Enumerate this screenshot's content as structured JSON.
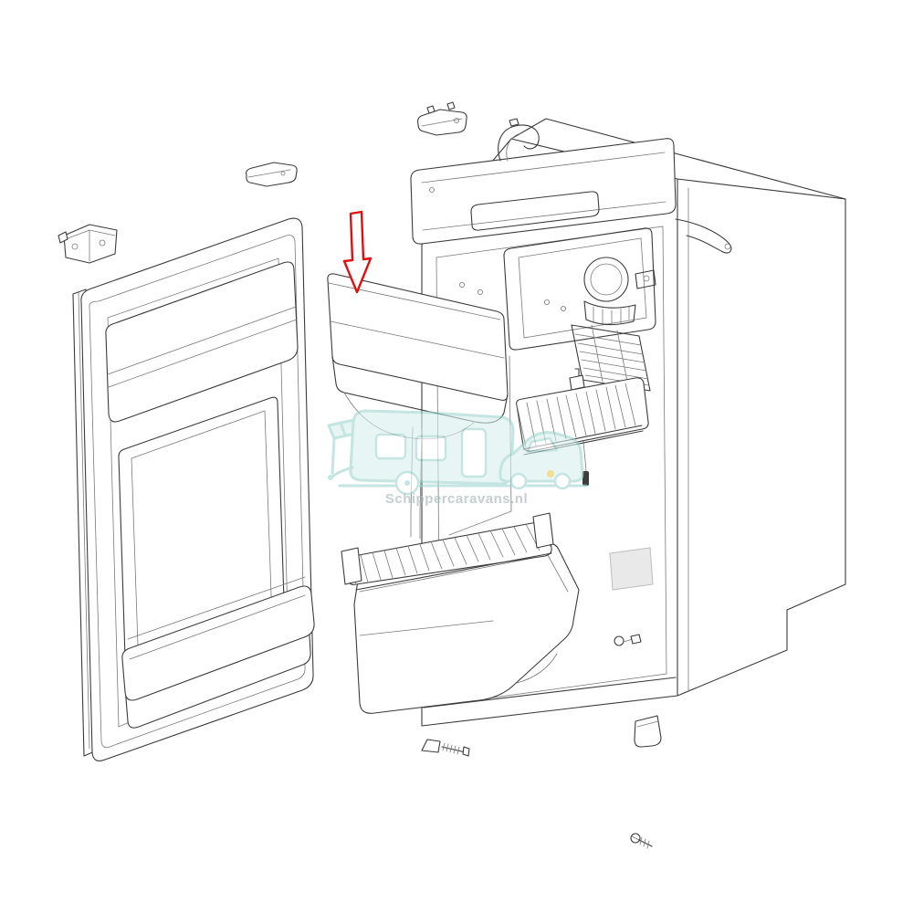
{
  "diagram": {
    "line_color": "#3c3c3c",
    "background": "#ffffff",
    "highlight_arrow": {
      "color": "#e01010",
      "direction": "down",
      "points_to": "evaporator-panel"
    },
    "watermark": {
      "text": "Schippercaravans.nl",
      "accent_color": "#9ed4cf",
      "body_color": "#d8efed",
      "text_color": "#9fb2af",
      "dot_color": "#e8c94e"
    },
    "parts": [
      "refrigerator-door",
      "door-seal-strip",
      "door-handle-panel",
      "door-shelf-bin",
      "hinge-bracket",
      "mounting-clip-small",
      "mounting-bracket-top",
      "evaporator-panel",
      "cooling-tubes",
      "wire-shelf",
      "drip-tray",
      "refrigerator-cabinet",
      "control-panel",
      "freezer-compartment",
      "fan-unit",
      "absorber-fins",
      "interior-wire-shelf",
      "thermostat-capillary",
      "vent-label",
      "side-knob",
      "mounting-screw",
      "fixing-screw"
    ]
  }
}
